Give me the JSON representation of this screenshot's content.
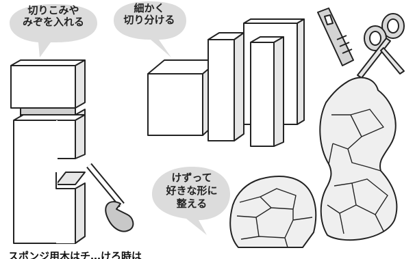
{
  "bubbles": {
    "cut_notch": {
      "line1": "切りこみや",
      "line2": "みぞを入れる"
    },
    "cut_fine": {
      "line1": "細かく",
      "line2": "切り分ける"
    },
    "carve": {
      "line1": "けずって",
      "line2": "好きな形に",
      "line3": "整える"
    }
  },
  "caption": "スポンジ用木はチ…けろ時は",
  "colors": {
    "outline": "#222222",
    "block_side": "#e6e6e6",
    "block_dark": "#cfcfcf",
    "bubble_fill": "#dcdcdc",
    "rock_fill": "#efefef"
  },
  "icons": [
    "saw-icon",
    "cutter-knife-icon",
    "scissors-icon"
  ]
}
